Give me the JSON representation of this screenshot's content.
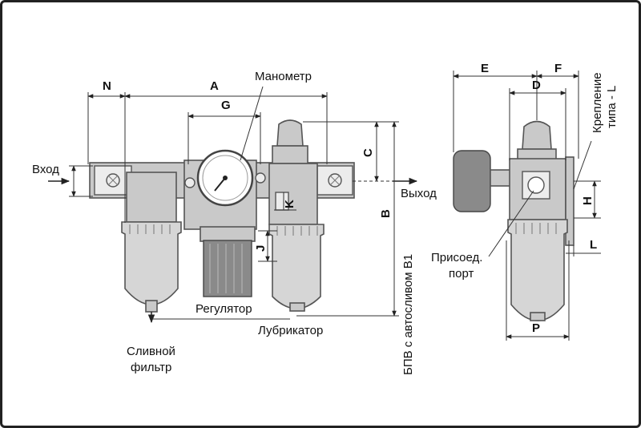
{
  "labels": {
    "inlet": "Вход",
    "outlet": "Выход",
    "manometer": "Манометр",
    "regulator": "Регулятор",
    "lubricator": "Лубрикатор",
    "drain_filter_line1": "Сливной",
    "drain_filter_line2": "фильтр",
    "auto_drain": "БПВ с автосливом B1",
    "connection_port_line1": "Присоед.",
    "connection_port_line2": "порт",
    "mount_type_line1": "Крепление",
    "mount_type_line2": "типа - L"
  },
  "dimensions": {
    "A": "A",
    "B": "B",
    "C": "C",
    "D": "D",
    "E": "E",
    "F": "F",
    "G": "G",
    "H": "H",
    "J": "J",
    "K": "K",
    "L": "L",
    "N": "N",
    "P": "P"
  },
  "colors": {
    "body": "#c9c9c9",
    "outline": "#555555",
    "text": "#111111"
  }
}
